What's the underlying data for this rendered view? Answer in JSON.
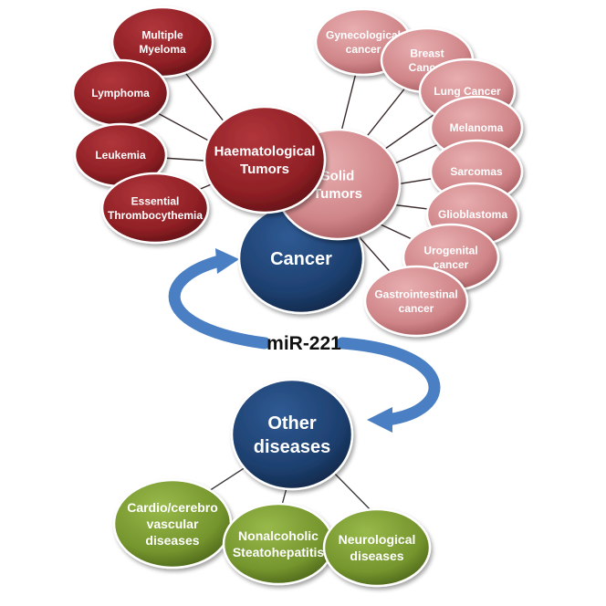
{
  "colors": {
    "haem": "#8e1f24",
    "solid": "#d08a8d",
    "cancer": "#1d3f6e",
    "green": "#74942d",
    "arrow": "#4a7fc4"
  },
  "center_label": "miR-221",
  "cancer": {
    "label": "Cancer"
  },
  "other": {
    "label_lines": [
      "Other",
      "diseases"
    ]
  },
  "haematological": {
    "label_lines": [
      "Haematological",
      "Tumors"
    ],
    "children": [
      {
        "lines": [
          "Multiple",
          "Myeloma"
        ]
      },
      {
        "lines": [
          "Lymphoma"
        ]
      },
      {
        "lines": [
          "Leukemia"
        ]
      },
      {
        "lines": [
          "Essential",
          "Thrombocythemia"
        ]
      }
    ]
  },
  "solid": {
    "label_lines": [
      "Solid",
      "Tumors"
    ],
    "children": [
      {
        "lines": [
          "Gynecological",
          "cancer"
        ]
      },
      {
        "lines": [
          "Breast",
          "Cancer"
        ]
      },
      {
        "lines": [
          "Lung Cancer"
        ]
      },
      {
        "lines": [
          "Melanoma"
        ]
      },
      {
        "lines": [
          "Sarcomas"
        ]
      },
      {
        "lines": [
          "Glioblastoma"
        ]
      },
      {
        "lines": [
          "Urogenital",
          "cancer"
        ]
      },
      {
        "lines": [
          "Gastrointestinal",
          "cancer"
        ]
      }
    ]
  },
  "other_diseases": {
    "children": [
      {
        "lines": [
          "Cardio/cerebro",
          "vascular",
          "diseases"
        ]
      },
      {
        "lines": [
          "Nonalcoholic",
          "Steatohepatitis"
        ]
      },
      {
        "lines": [
          "Neurological",
          "diseases"
        ]
      }
    ]
  }
}
